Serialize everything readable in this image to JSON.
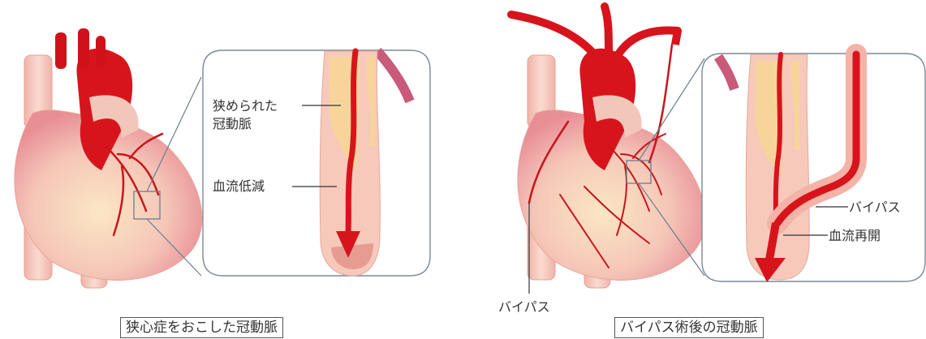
{
  "left": {
    "label_narrowed_line1": "狭められた",
    "label_narrowed_line2": "冠動脈",
    "label_reduced_flow": "血流低減",
    "caption": "狭心症をおこした冠動脈"
  },
  "right": {
    "label_bypass_inset": "バイパス",
    "label_flow_restored": "血流再開",
    "label_bypass_heart": "バイパス",
    "caption": "バイパス術後の冠動脈"
  },
  "colors": {
    "artery_red": "#d7141c",
    "heart_pink": "#f2b8ae",
    "vessel_wall": "#f6c9bb",
    "plaque": "#f7d59a",
    "inset_border": "#7a8a99"
  }
}
